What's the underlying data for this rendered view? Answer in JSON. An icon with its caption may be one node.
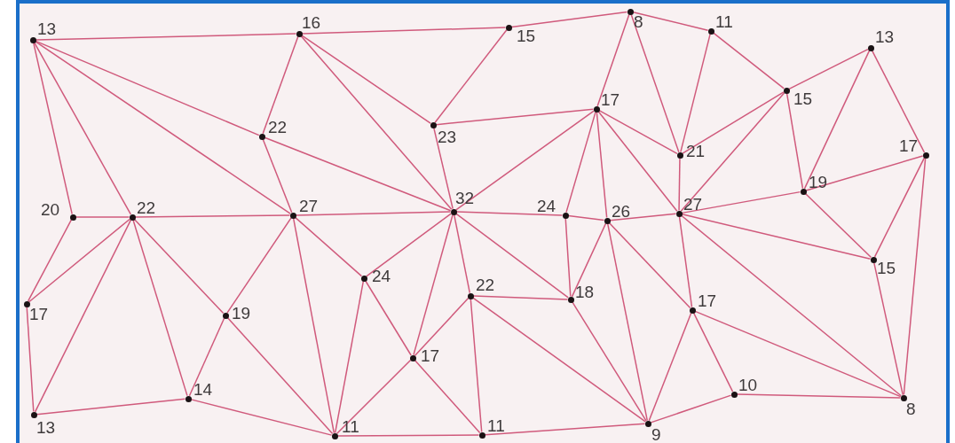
{
  "diagram": {
    "nodes": [
      {
        "text": [
          "13"
        ]
      },
      {
        "text": [
          "16"
        ]
      },
      {
        "text": [
          "15"
        ]
      },
      {
        "text": [
          "8"
        ]
      },
      {
        "text": [
          "11"
        ]
      },
      {
        "text": [
          "13"
        ]
      },
      {
        "text": [
          "22"
        ]
      },
      {
        "text": [
          "23"
        ]
      },
      {
        "text": [
          "17"
        ]
      },
      {
        "text": [
          "15"
        ]
      },
      {
        "text": [
          "21"
        ]
      },
      {
        "text": [
          "17"
        ]
      },
      {
        "text": [
          "20"
        ]
      },
      {
        "text": [
          "22"
        ]
      },
      {
        "text": [
          "27"
        ]
      },
      {
        "text": [
          "32"
        ]
      },
      {
        "text": [
          "24"
        ]
      },
      {
        "text": [
          "26"
        ]
      },
      {
        "text": [
          "27"
        ]
      },
      {
        "text": [
          "19"
        ]
      },
      {
        "text": [
          "17"
        ]
      },
      {
        "text": [
          "24"
        ]
      },
      {
        "text": [
          "19"
        ]
      },
      {
        "text": [
          "22"
        ]
      },
      {
        "text": [
          "18"
        ]
      },
      {
        "text": [
          "17"
        ]
      },
      {
        "text": [
          "15"
        ]
      },
      {
        "text": [
          "17"
        ]
      },
      {
        "text": [
          "14"
        ]
      },
      {
        "text": [
          "13"
        ]
      },
      {
        "text": [
          "11"
        ]
      },
      {
        "text": [
          "11"
        ]
      },
      {
        "text": [
          "10"
        ]
      },
      {
        "text": [
          "9"
        ]
      },
      {
        "text": [
          "8"
        ]
      }
    ],
    "edges": [
      {
        "from": 0,
        "to": 1,
        "arrow": "none"
      },
      {
        "from": 1,
        "to": 2,
        "arrow": "none"
      },
      {
        "from": 2,
        "to": 3,
        "arrow": "none"
      },
      {
        "from": 3,
        "to": 4,
        "arrow": "none"
      },
      {
        "from": 4,
        "to": 9,
        "arrow": "none"
      },
      {
        "from": 9,
        "to": 5,
        "arrow": "none"
      },
      {
        "from": 5,
        "to": 11,
        "arrow": "none"
      },
      {
        "from": 5,
        "to": 19,
        "arrow": "none"
      },
      {
        "from": 0,
        "to": 12,
        "arrow": "none"
      },
      {
        "from": 0,
        "to": 13,
        "arrow": "none"
      },
      {
        "from": 0,
        "to": 14,
        "arrow": "none"
      },
      {
        "from": 0,
        "to": 6,
        "arrow": "none"
      },
      {
        "from": 1,
        "to": 6,
        "arrow": "none"
      },
      {
        "from": 1,
        "to": 15,
        "arrow": "none"
      },
      {
        "from": 1,
        "to": 7,
        "arrow": "none"
      },
      {
        "from": 6,
        "to": 14,
        "arrow": "none"
      },
      {
        "from": 6,
        "to": 15,
        "arrow": "none"
      },
      {
        "from": 7,
        "to": 2,
        "arrow": "none"
      },
      {
        "from": 7,
        "to": 8,
        "arrow": "none"
      },
      {
        "from": 7,
        "to": 15,
        "arrow": "none"
      },
      {
        "from": 8,
        "to": 3,
        "arrow": "none"
      },
      {
        "from": 8,
        "to": 10,
        "arrow": "none"
      },
      {
        "from": 8,
        "to": 15,
        "arrow": "none"
      },
      {
        "from": 8,
        "to": 16,
        "arrow": "none"
      },
      {
        "from": 8,
        "to": 17,
        "arrow": "none"
      },
      {
        "from": 8,
        "to": 18,
        "arrow": "none"
      },
      {
        "from": 3,
        "to": 10,
        "arrow": "none"
      },
      {
        "from": 4,
        "to": 10,
        "arrow": "none"
      },
      {
        "from": 10,
        "to": 9,
        "arrow": "none"
      },
      {
        "from": 10,
        "to": 18,
        "arrow": "none"
      },
      {
        "from": 9,
        "to": 18,
        "arrow": "none"
      },
      {
        "from": 9,
        "to": 19,
        "arrow": "none"
      },
      {
        "from": 18,
        "to": 19,
        "arrow": "none"
      },
      {
        "from": 19,
        "to": 11,
        "arrow": "none"
      },
      {
        "from": 11,
        "to": 26,
        "arrow": "none"
      },
      {
        "from": 11,
        "to": 34,
        "arrow": "none"
      },
      {
        "from": 19,
        "to": 26,
        "arrow": "none"
      },
      {
        "from": 18,
        "to": 26,
        "arrow": "none"
      },
      {
        "from": 18,
        "to": 34,
        "arrow": "none"
      },
      {
        "from": 18,
        "to": 25,
        "arrow": "none"
      },
      {
        "from": 18,
        "to": 17,
        "arrow": "none"
      },
      {
        "from": 12,
        "to": 13,
        "arrow": "none"
      },
      {
        "from": 13,
        "to": 14,
        "arrow": "none"
      },
      {
        "from": 14,
        "to": 15,
        "arrow": "none"
      },
      {
        "from": 15,
        "to": 16,
        "arrow": "none"
      },
      {
        "from": 16,
        "to": 17,
        "arrow": "none"
      },
      {
        "from": 12,
        "to": 20,
        "arrow": "none"
      },
      {
        "from": 13,
        "to": 20,
        "arrow": "none"
      },
      {
        "from": 13,
        "to": 29,
        "arrow": "none"
      },
      {
        "from": 13,
        "to": 28,
        "arrow": "none"
      },
      {
        "from": 13,
        "to": 22,
        "arrow": "none"
      },
      {
        "from": 20,
        "to": 29,
        "arrow": "none"
      },
      {
        "from": 29,
        "to": 28,
        "arrow": "none"
      },
      {
        "from": 28,
        "to": 22,
        "arrow": "none"
      },
      {
        "from": 28,
        "to": 30,
        "arrow": "none"
      },
      {
        "from": 14,
        "to": 22,
        "arrow": "none"
      },
      {
        "from": 22,
        "to": 30,
        "arrow": "none"
      },
      {
        "from": 14,
        "to": 30,
        "arrow": "none"
      },
      {
        "from": 14,
        "to": 21,
        "arrow": "none"
      },
      {
        "from": 21,
        "to": 15,
        "arrow": "none"
      },
      {
        "from": 21,
        "to": 30,
        "arrow": "none"
      },
      {
        "from": 21,
        "to": 27,
        "arrow": "none"
      },
      {
        "from": 15,
        "to": 27,
        "arrow": "none"
      },
      {
        "from": 15,
        "to": 23,
        "arrow": "none"
      },
      {
        "from": 15,
        "to": 24,
        "arrow": "none"
      },
      {
        "from": 27,
        "to": 30,
        "arrow": "none"
      },
      {
        "from": 27,
        "to": 23,
        "arrow": "none"
      },
      {
        "from": 27,
        "to": 31,
        "arrow": "none"
      },
      {
        "from": 30,
        "to": 31,
        "arrow": "none"
      },
      {
        "from": 31,
        "to": 23,
        "arrow": "none"
      },
      {
        "from": 23,
        "to": 24,
        "arrow": "none"
      },
      {
        "from": 23,
        "to": 33,
        "arrow": "none"
      },
      {
        "from": 16,
        "to": 24,
        "arrow": "none"
      },
      {
        "from": 17,
        "to": 24,
        "arrow": "none"
      },
      {
        "from": 24,
        "to": 33,
        "arrow": "none"
      },
      {
        "from": 17,
        "to": 33,
        "arrow": "none"
      },
      {
        "from": 17,
        "to": 25,
        "arrow": "none"
      },
      {
        "from": 31,
        "to": 33,
        "arrow": "none"
      },
      {
        "from": 33,
        "to": 25,
        "arrow": "none"
      },
      {
        "from": 33,
        "to": 32,
        "arrow": "none"
      },
      {
        "from": 25,
        "to": 32,
        "arrow": "none"
      },
      {
        "from": 25,
        "to": 34,
        "arrow": "none"
      },
      {
        "from": 32,
        "to": 34,
        "arrow": "none"
      },
      {
        "from": 26,
        "to": 34,
        "arrow": "none"
      }
    ]
  }
}
